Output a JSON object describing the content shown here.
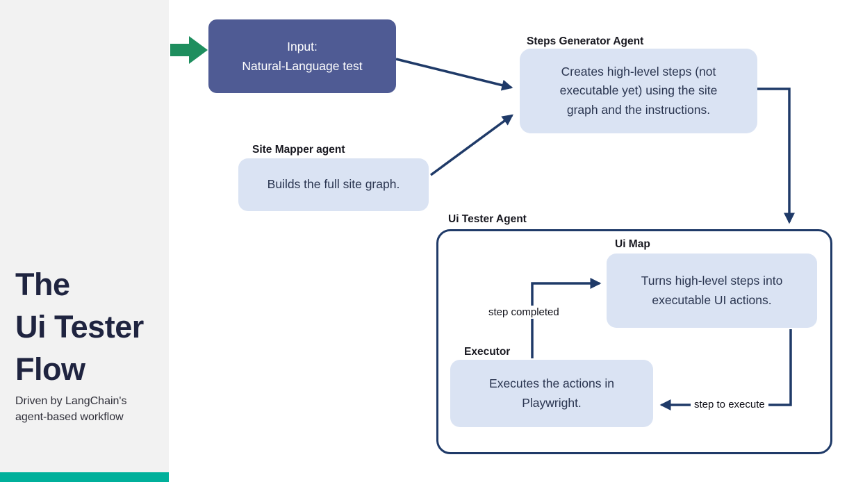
{
  "sidebar": {
    "title": "The\nUi Tester\nFlow",
    "subtitle": "Driven by LangChain's\nagent-based workflow"
  },
  "nodes": {
    "input": {
      "text": "Input:\nNatural-Language test"
    },
    "steps_generator": {
      "label": "Steps Generator Agent",
      "text": "Creates high-level steps (not\nexecutable yet) using the site\ngraph and the instructions."
    },
    "site_mapper": {
      "label": "Site Mapper agent",
      "text": "Builds the full site graph."
    },
    "ui_tester": {
      "label": "Ui Tester Agent"
    },
    "ui_map": {
      "label": "Ui Map",
      "text": "Turns high-level steps into\nexecutable UI actions."
    },
    "executor": {
      "label": "Executor",
      "text": "Executes the actions in\nPlaywright."
    }
  },
  "edges": {
    "step_completed": "step completed",
    "step_to_execute": "step to execute"
  },
  "colors": {
    "accent_teal": "#00b09b",
    "input_box": "#4f5b94",
    "agent_box": "#dae3f3",
    "arrow_navy": "#1f3a68",
    "green_arrow": "#1e8e5e",
    "sidebar_bg": "#f2f2f2",
    "title_navy": "#1f2440"
  }
}
